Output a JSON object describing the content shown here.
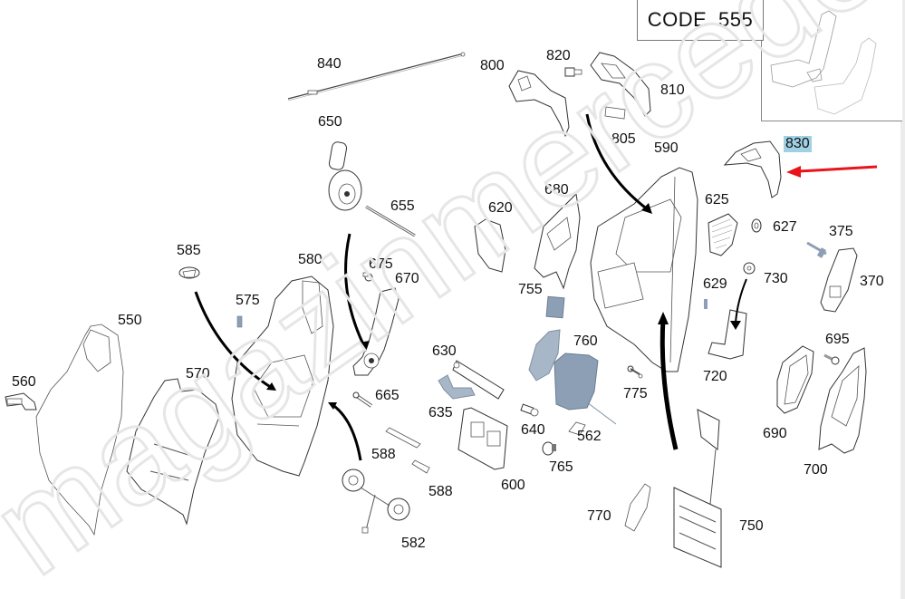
{
  "header": {
    "code_label": "CODE  555"
  },
  "thumbnail": {
    "description": "seat-overview-icon"
  },
  "highlight": {
    "part_number": "830",
    "highlight_color": "#9fd0e3",
    "arrow_color": "#e8131b"
  },
  "parts": {
    "p840": "840",
    "p800": "800",
    "p820": "820",
    "p810": "810",
    "p805": "805",
    "p590": "590",
    "p830": "830",
    "p650": "650",
    "p655": "655",
    "p620": "620",
    "p680": "680",
    "p625": "625",
    "p627": "627",
    "p375": "375",
    "p370": "370",
    "p585": "585",
    "p580": "580",
    "p675": "675",
    "p670": "670",
    "p575": "575",
    "p755": "755",
    "p629": "629",
    "p730": "730",
    "p550": "550",
    "p760": "760",
    "p630": "630",
    "p695": "695",
    "p560": "560",
    "p570": "570",
    "p665": "665",
    "p720": "720",
    "p775": "775",
    "p635": "635",
    "p640": "640",
    "p562": "562",
    "p690": "690",
    "p588a": "588",
    "p588b": "588",
    "p765": "765",
    "p600": "600",
    "p700": "700",
    "p770": "770",
    "p750": "750",
    "p582": "582"
  },
  "watermark": {
    "text": "magazinmercedes.ru"
  }
}
